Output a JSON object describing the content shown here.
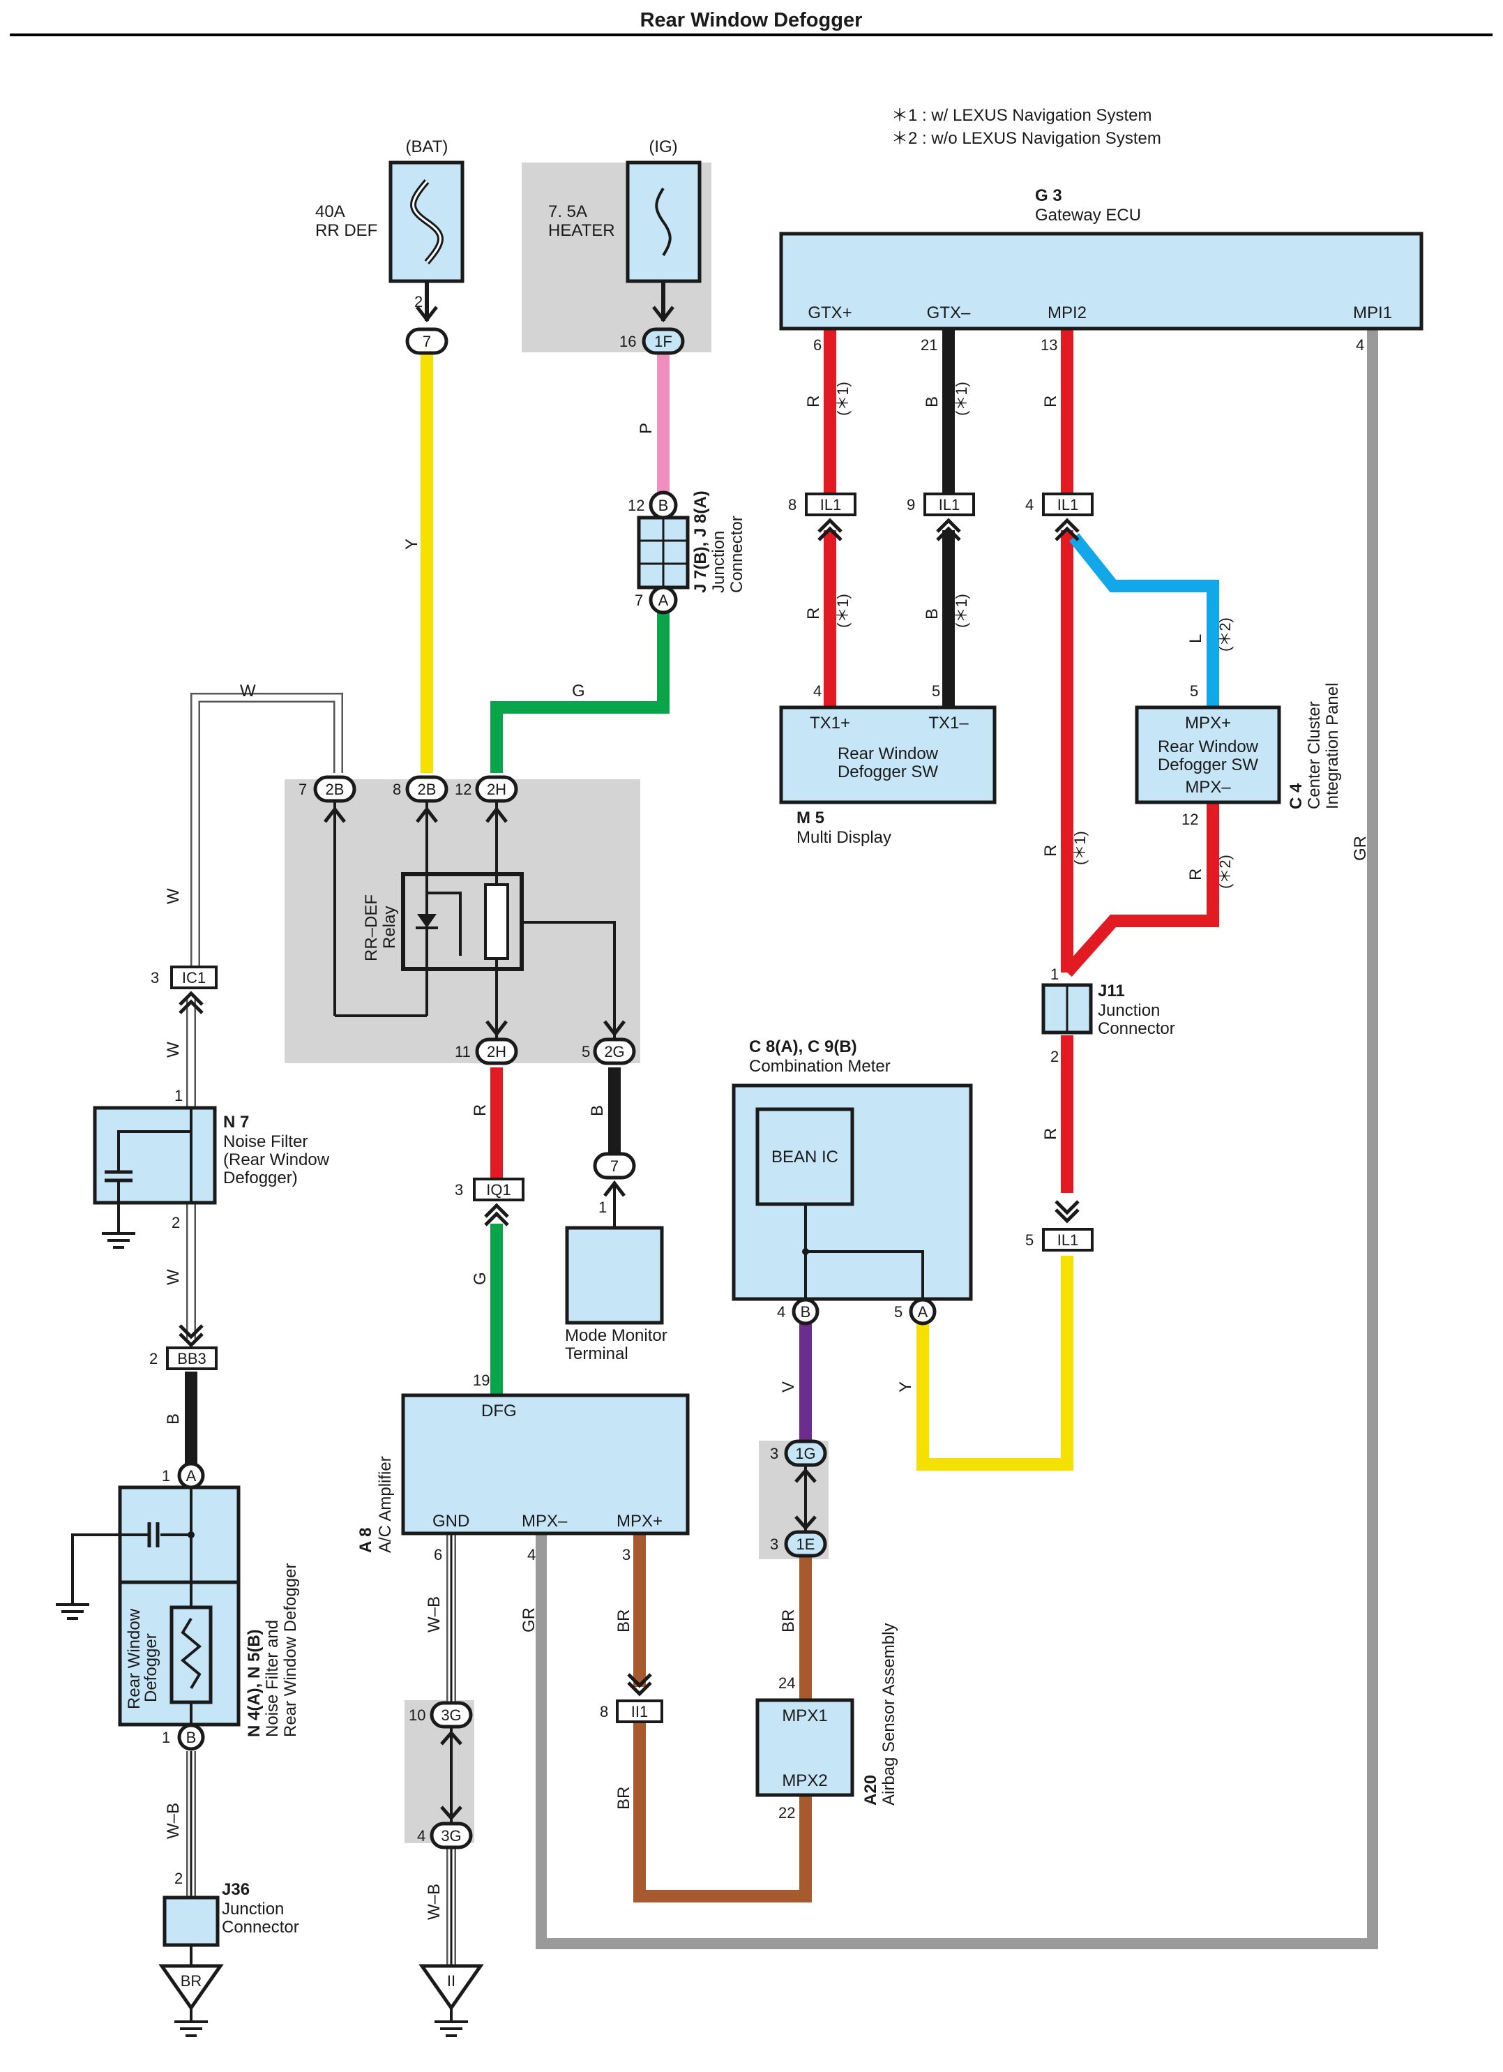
{
  "title": "Rear Window Defogger",
  "notes": [
    "＊1 : w/ LEXUS Navigation System",
    "＊2 : w/o LEXUS Navigation System"
  ],
  "colors": {
    "Y": "#f5e000",
    "P": "#ef8fbe",
    "G": "#0aa44a",
    "R": "#e21b23",
    "B": "#1a1a1a",
    "L": "#12a7e8",
    "V": "#6c2d8c",
    "BR": "#a85a2f",
    "GR": "#9a9a9a",
    "W": "#ffffff",
    "component_fill": "#c6e6f7",
    "shade": "#d4d4d4"
  },
  "power": {
    "bat": "(BAT)",
    "ig": "(IG)",
    "fuse_rr_def": "40A\nRR DEF",
    "fuse_rr_def_l1": "40A",
    "fuse_rr_def_l2": "RR DEF",
    "fuse_heater_l1": "7. 5A",
    "fuse_heater_l2": "HEATER"
  },
  "components": {
    "g3": {
      "code": "G 3",
      "name": "Gateway ECU",
      "pins": [
        "GTX+",
        "GTX–",
        "MPI2",
        "MPI1"
      ]
    },
    "m5": {
      "code": "M 5",
      "name": "Multi Display",
      "pins": [
        "TX1+",
        "TX1–"
      ],
      "label_l1": "Rear Window",
      "label_l2": "Defogger SW"
    },
    "c4": {
      "code": "C 4",
      "name_l1": "Center Cluster",
      "name_l2": "Integration Panel",
      "pin_top": "MPX+",
      "pin_bottom": "MPX–",
      "label_l1": "Rear Window",
      "label_l2": "Defogger SW"
    },
    "j11": {
      "code": "J11",
      "name_l1": "Junction",
      "name_l2": "Connector"
    },
    "j7j8": {
      "code": "J 7(B), J 8(A)",
      "name_l1": "Junction",
      "name_l2": "Connector"
    },
    "relay": {
      "name_l1": "RR–DEF",
      "name_l2": "Relay"
    },
    "n7": {
      "code": "N 7",
      "name_l1": "Noise Filter",
      "name_l2": "(Rear Window",
      "name_l3": " Defogger)"
    },
    "n4n5": {
      "code": "N 4(A), N 5(B)",
      "name_l1": "Noise Filter and",
      "name_l2": "Rear Window Defogger",
      "inner_l1": "Rear Window",
      "inner_l2": "Defogger"
    },
    "j36": {
      "code": "J36",
      "name_l1": "Junction",
      "name_l2": "Connector"
    },
    "mode_monitor": {
      "name_l1": "Mode Monitor",
      "name_l2": "Terminal"
    },
    "a8": {
      "code": "A 8",
      "name": "A/C Amplifier",
      "pins": [
        "DFG",
        "GND",
        "MPX–",
        "MPX+"
      ]
    },
    "c8c9": {
      "code": "C 8(A), C 9(B)",
      "name": "Combination Meter",
      "inner": "BEAN IC"
    },
    "a20": {
      "code": "A20",
      "name": "Airbag Sensor Assembly",
      "pins": [
        "MPX1",
        "MPX2"
      ]
    }
  },
  "connectors": {
    "c7": "7",
    "c1F": "1F",
    "cB": "B",
    "cA": "A",
    "c2B": "2B",
    "c2H": "2H",
    "c2G": "2G",
    "IC1": "IC1",
    "BB3": "BB3",
    "IQ1": "IQ1",
    "IL1": "IL1",
    "II1": "II1",
    "c1G": "1G",
    "c1E": "1E",
    "c3G": "3G",
    "BR": "BR",
    "II": "II"
  },
  "pin_numbers": {
    "p2": "2",
    "p16": "16",
    "p12": "12",
    "p7": "7",
    "p8": "8",
    "p3": "3",
    "p1": "1",
    "p11": "11",
    "p5": "5",
    "p6": "6",
    "p21": "21",
    "p13": "13",
    "p4": "4",
    "p9": "9",
    "p19": "19",
    "p10": "10",
    "p24": "24",
    "p22": "22"
  },
  "wire_labels": {
    "Y": "Y",
    "P": "P",
    "G": "G",
    "W": "W",
    "R": "R",
    "B": "B",
    "L": "L",
    "V": "V",
    "GR": "GR",
    "BR": "BR",
    "WB": "W–B"
  },
  "variant_marks": {
    "n1": "(＊1)",
    "n2": "(＊2)"
  }
}
